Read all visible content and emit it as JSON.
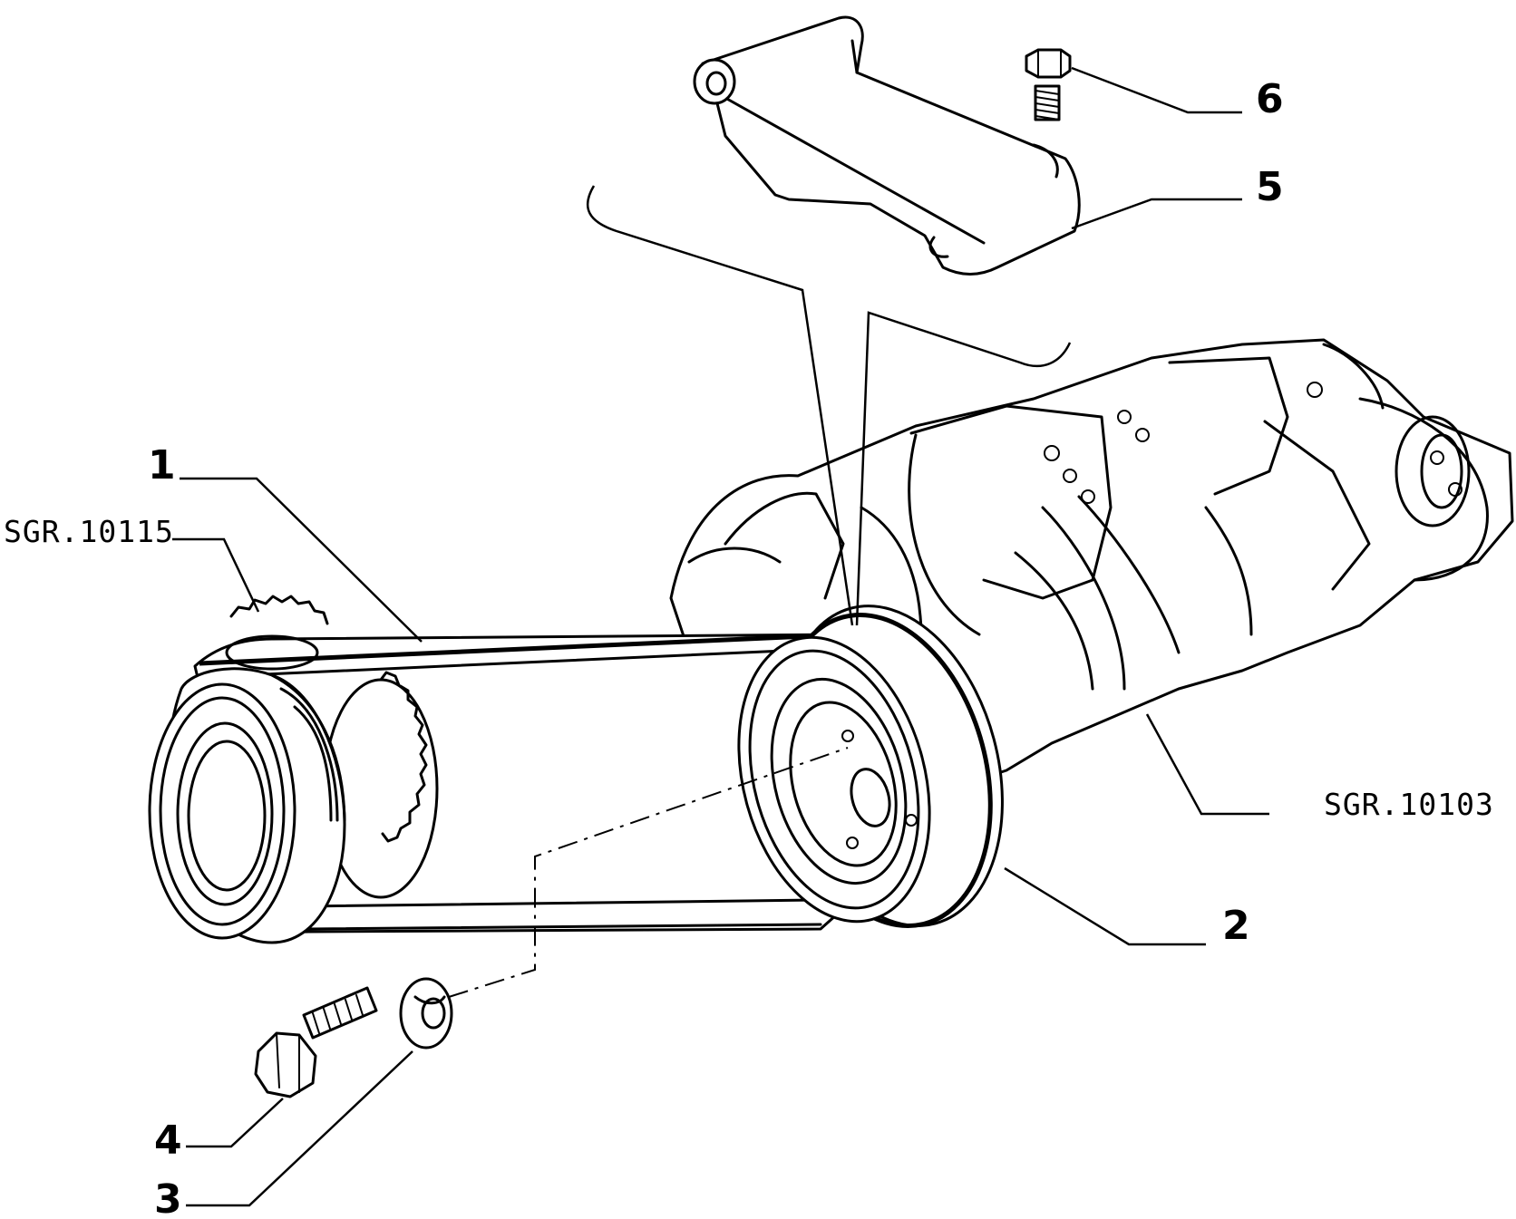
{
  "callouts": [
    {
      "id": "1",
      "text": "1"
    },
    {
      "id": "2",
      "text": "2"
    },
    {
      "id": "3",
      "text": "3"
    },
    {
      "id": "4",
      "text": "4"
    },
    {
      "id": "5",
      "text": "5"
    },
    {
      "id": "6",
      "text": "6"
    }
  ],
  "references": {
    "left": "SGR.10115",
    "right": "SGR.10103"
  },
  "colors": {
    "line": "#000000",
    "background": "#ffffff"
  }
}
